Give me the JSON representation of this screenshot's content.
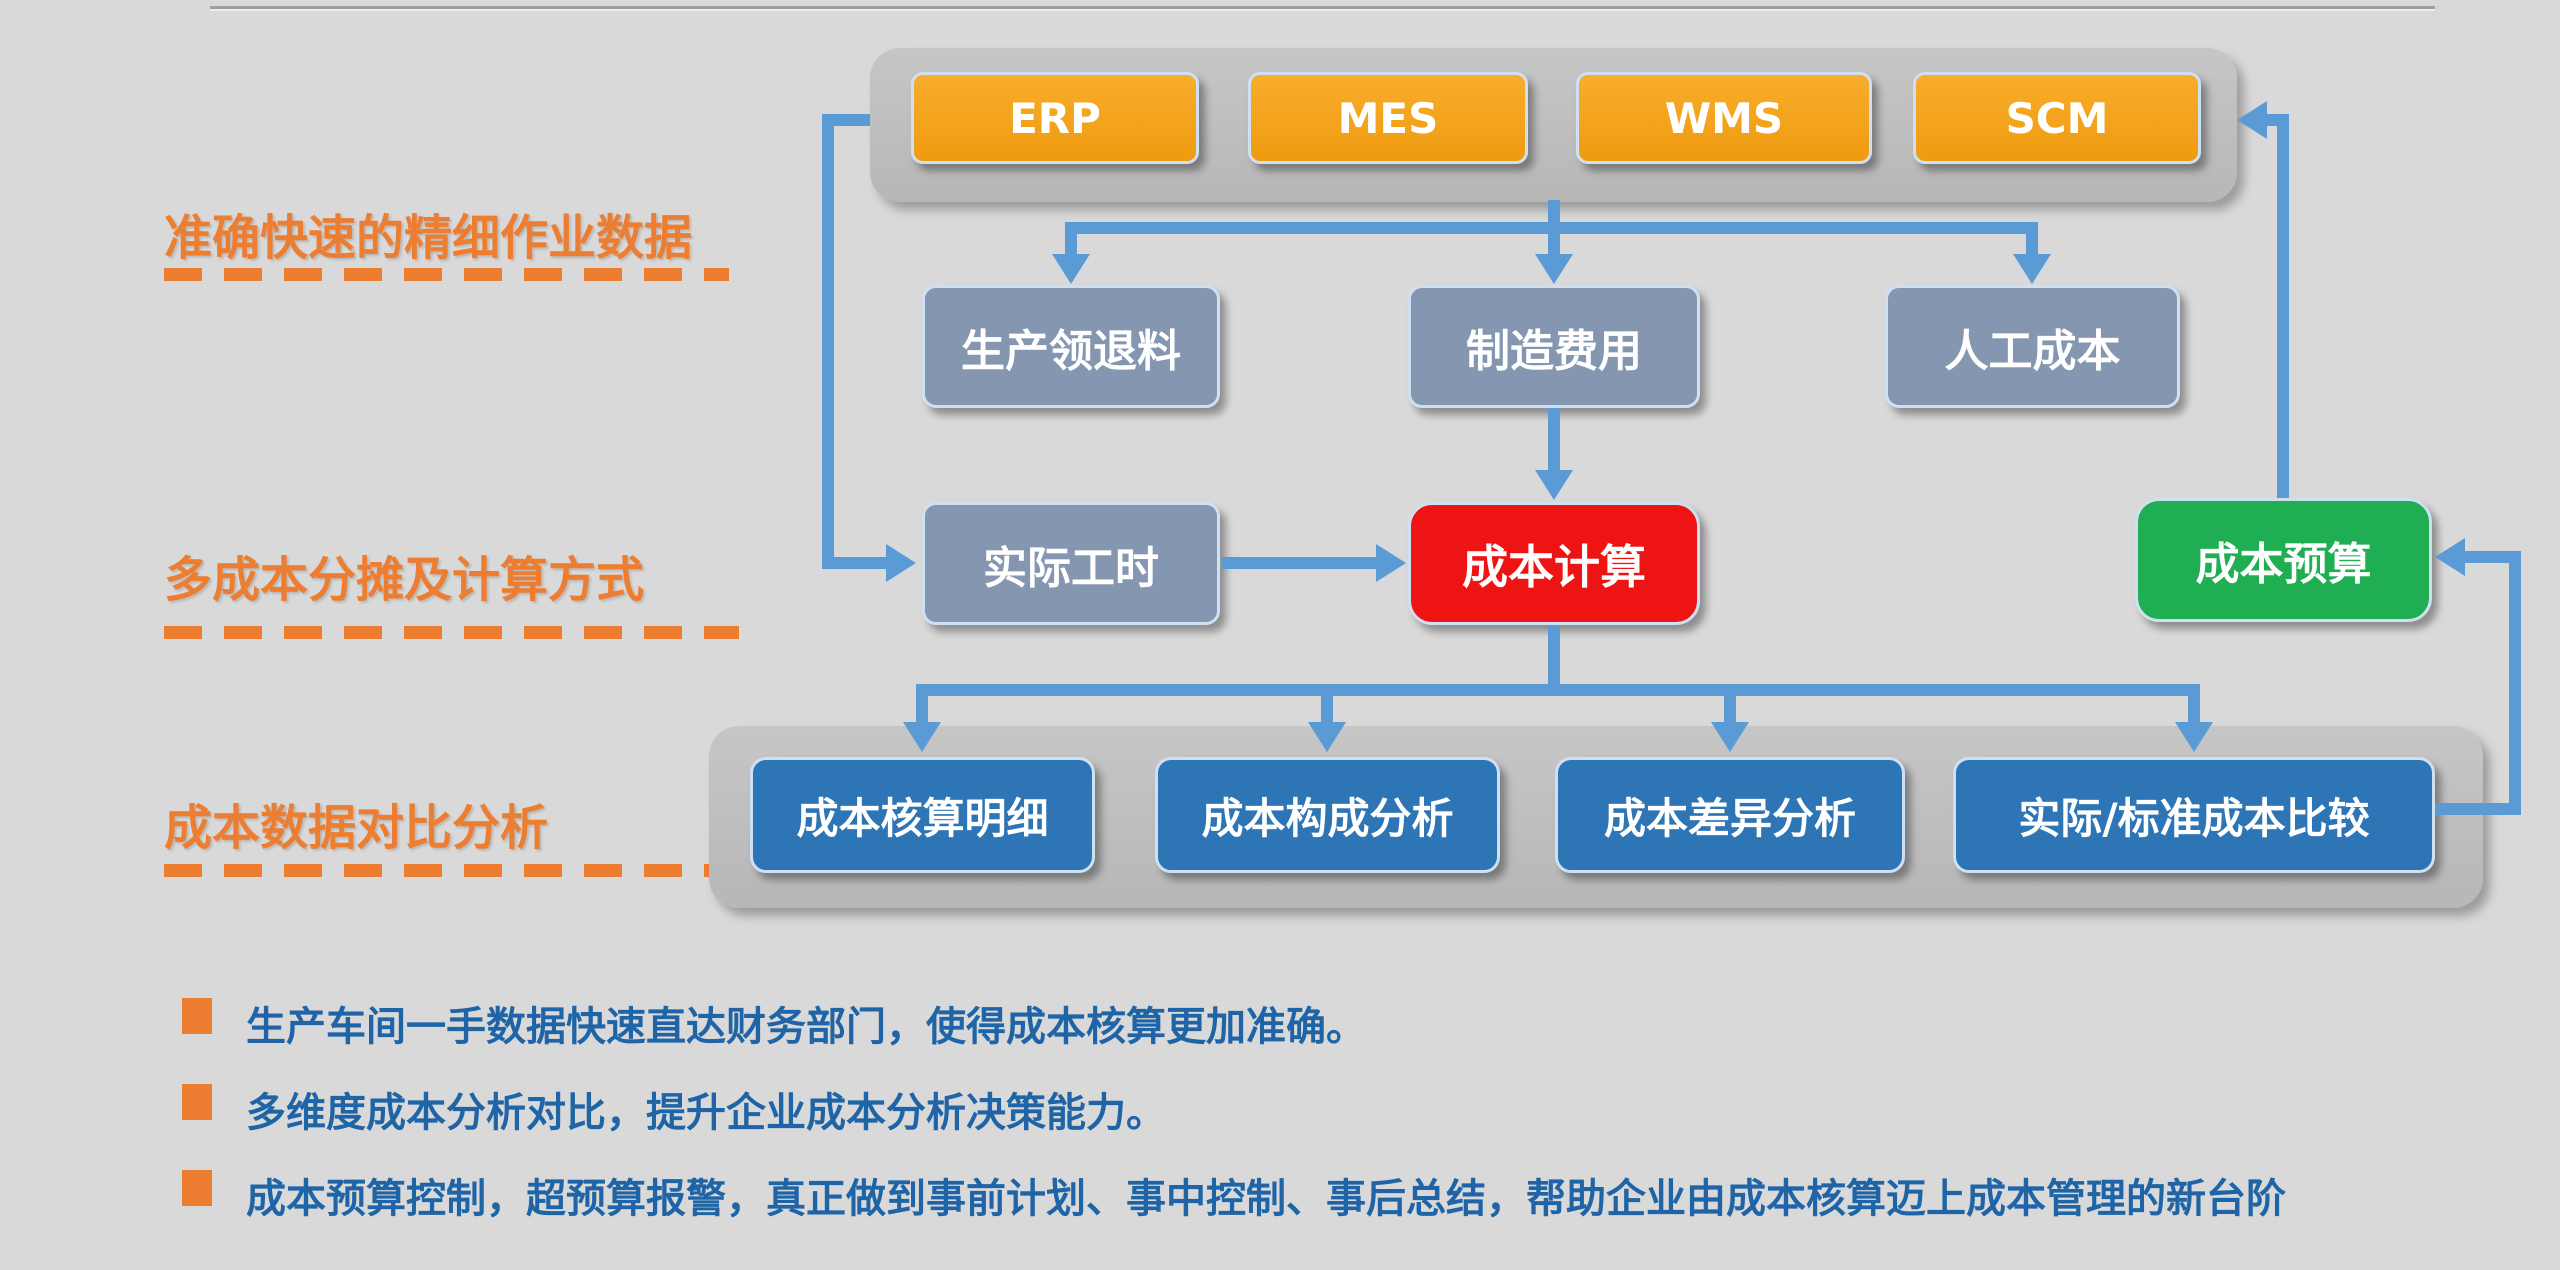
{
  "systems_row": {
    "items": [
      {
        "label": "ERP"
      },
      {
        "label": "MES"
      },
      {
        "label": "WMS"
      },
      {
        "label": "SCM"
      }
    ]
  },
  "section_labels": [
    {
      "text": "准确快速的精细作业数据"
    },
    {
      "text": "多成本分摊及计算方式"
    },
    {
      "text": "成本数据对比分析"
    }
  ],
  "data_boxes": [
    {
      "label": "生产领退料"
    },
    {
      "label": "制造费用"
    },
    {
      "label": "人工成本"
    }
  ],
  "process_boxes": {
    "actual_hours": "实际工时",
    "cost_calculation": "成本计算",
    "cost_budget": "成本预算"
  },
  "analysis_boxes": [
    {
      "label": "成本核算明细"
    },
    {
      "label": "成本构成分析"
    },
    {
      "label": "成本差异分析"
    },
    {
      "label": "实际/标准成本比较"
    }
  ],
  "bullets": [
    {
      "text": "生产车间一手数据快速直达财务部门，使得成本核算更加准确。"
    },
    {
      "text": "多维度成本分析对比，提升企业成本分析决策能力。"
    },
    {
      "text": "成本预算控制，超预算报警，真正做到事前计划、事中控制、事后总结，帮助企业由成本核算迈上成本管理的新台阶"
    }
  ],
  "colors": {
    "background": "#d9d9d9",
    "container_gray": "#bdbdbd",
    "system_orange": "#f5a11c",
    "blue_gray_box": "#8496b0",
    "red_box": "#ee1414",
    "green_box": "#1fae51",
    "blue_box": "#2e75b6",
    "arrow_blue": "#5b9bd5",
    "label_orange": "#ed7d31",
    "bullet_text_blue": "#1e64a6"
  }
}
